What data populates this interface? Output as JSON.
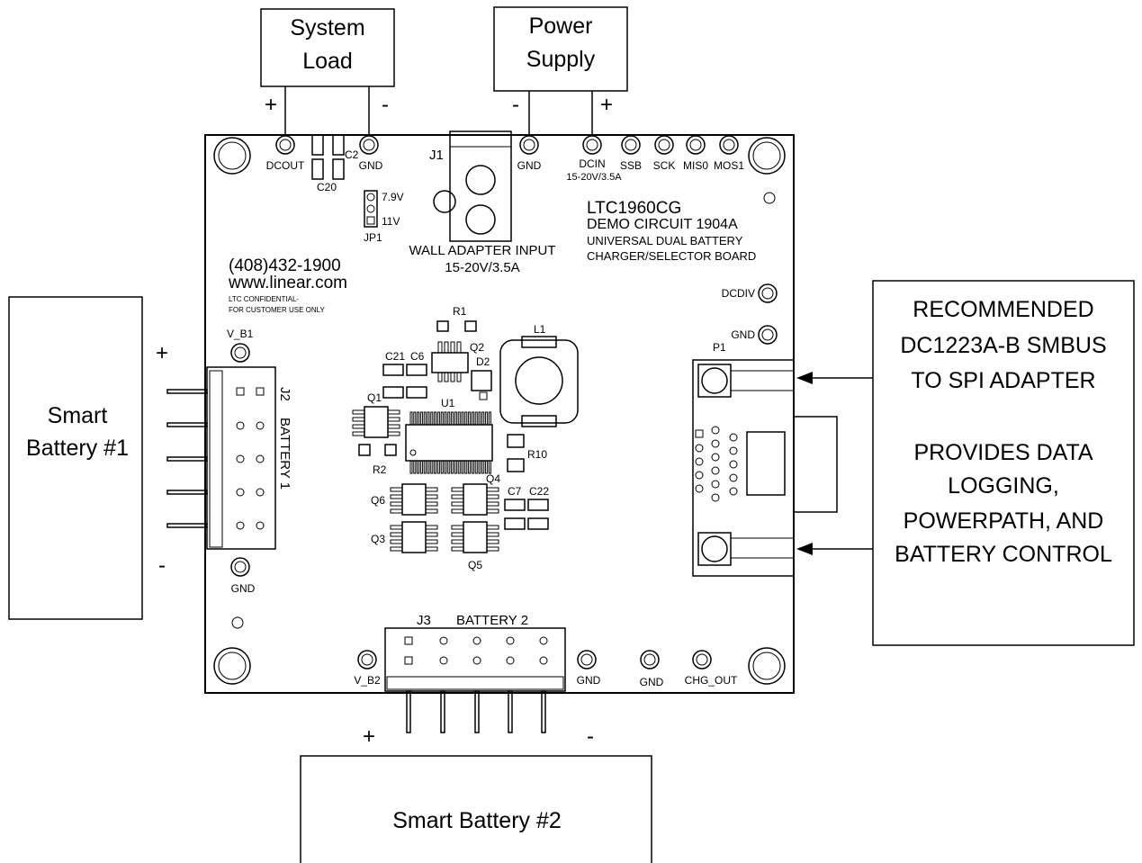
{
  "external": {
    "system_load": {
      "line1": "System",
      "line2": "Load"
    },
    "power_supply": {
      "line1": "Power",
      "line2": "Supply"
    },
    "battery1": {
      "line1": "Smart",
      "line2": "Battery #1"
    },
    "battery2": {
      "label": "Smart Battery #2"
    },
    "adapter": {
      "line1": "RECOMMENDED",
      "line2": "DC1223A-B SMBUS",
      "line3": "TO SPI ADAPTER",
      "line4": "PROVIDES DATA",
      "line5": "LOGGING,",
      "line6": "POWERPATH, AND",
      "line7": "BATTERY CONTROL"
    }
  },
  "signs": {
    "plus": "+",
    "minus": "-"
  },
  "board": {
    "title": "LTC1960CG",
    "subtitle": "DEMO CIRCUIT 1904A",
    "desc1": "UNIVERSAL DUAL BATTERY",
    "desc2": "CHARGER/SELECTOR BOARD",
    "phone": "(408)432-1900",
    "web": "www.linear.com",
    "conf1": "LTC CONFIDENTIAL-",
    "conf2": "FOR CUSTOMER USE ONLY",
    "wall1": "WALL ADAPTER INPUT",
    "wall2": "15-20V/3.5A",
    "j1": "J1",
    "j2": "J2",
    "battery1": "BATTERY 1",
    "j3": "J3",
    "battery2": "BATTERY 2",
    "p1": "P1",
    "l1": "L1",
    "jp1": "JP1",
    "jp1_79v": "7.9V",
    "jp1_11v": "11V",
    "terminals": {
      "dcout": "DCOUT",
      "gnd": "GND",
      "dcin": "DCIN",
      "dcin_rating": "15-20V/3.5A",
      "ssb": "SSB",
      "sck": "SCK",
      "miso": "MIS0",
      "mosi": "MOS1",
      "dcdiv": "DCDIV",
      "v_b1": "V_B1",
      "v_b2": "V_B2",
      "chg_out": "CHG_OUT"
    },
    "parts": {
      "c2": "C2",
      "c20": "C20",
      "r1": "R1",
      "q2": "Q2",
      "d2": "D2",
      "c21": "C21",
      "c6": "C6",
      "q1": "Q1",
      "u1": "U1",
      "r2": "R2",
      "r10": "R10",
      "q4": "Q4",
      "c7": "C7",
      "c22": "C22",
      "q6": "Q6",
      "q3": "Q3",
      "q5": "Q5"
    }
  }
}
